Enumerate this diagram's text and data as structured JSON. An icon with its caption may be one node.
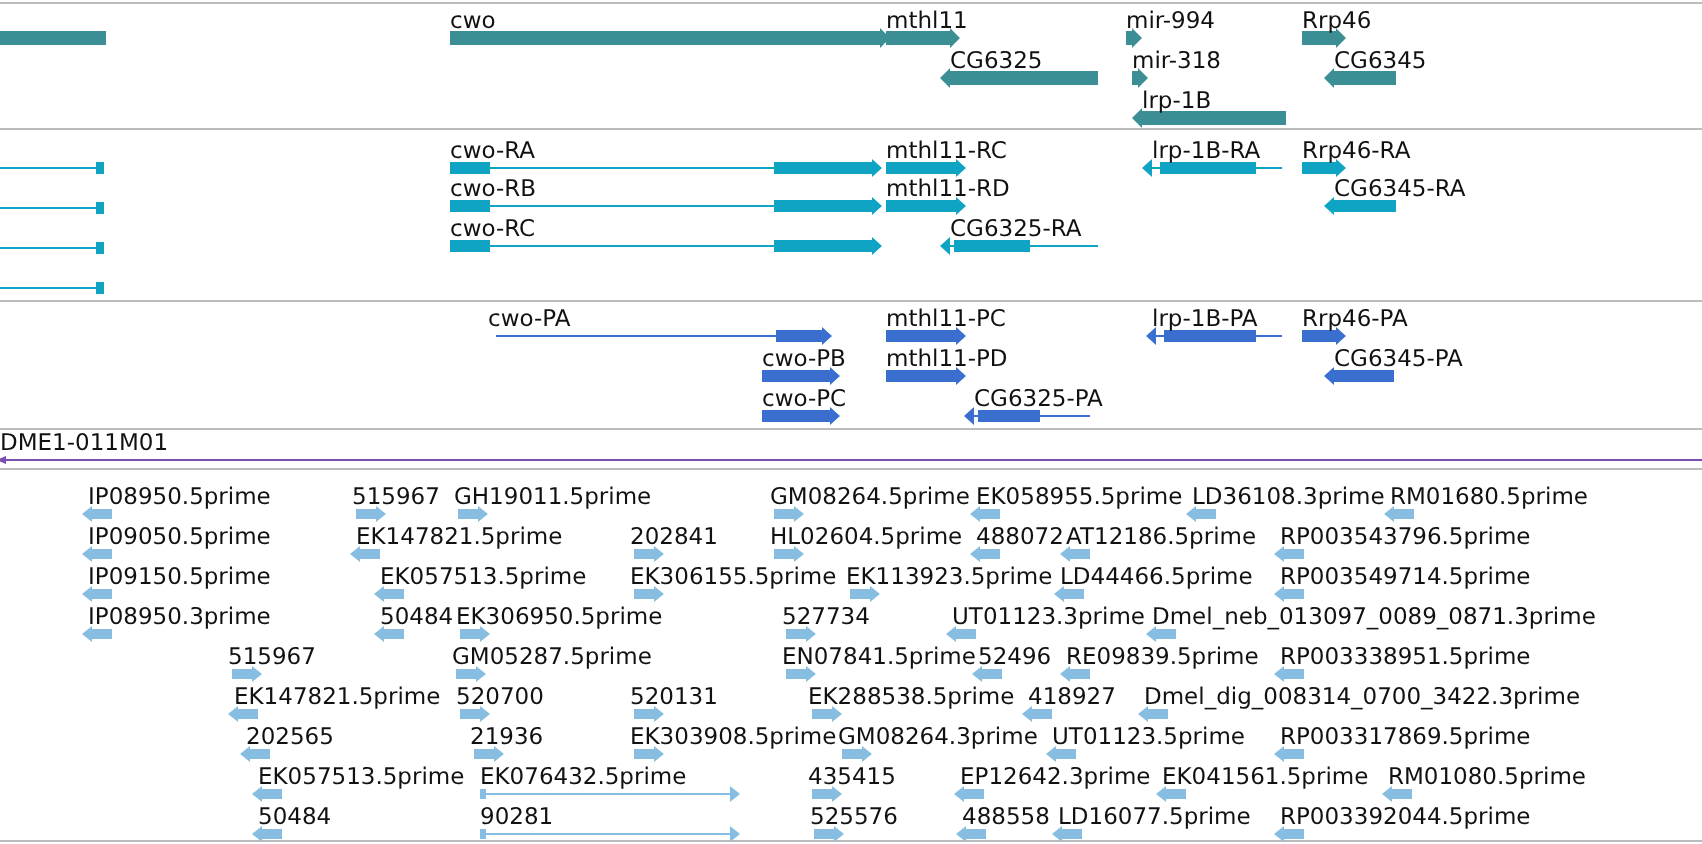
{
  "diagram": {
    "labels": [
      "cwo",
      "mthl11",
      "mir-994",
      "Rrp46",
      "CG6325",
      "mir-318",
      "CG6345",
      "lrp-1B",
      "cwo-RA",
      "mthl11-RC",
      "lrp-1B-RA",
      "Rrp46-RA",
      "cwo-RB",
      "mthl11-RD",
      "CG6345-RA",
      "cwo-RC",
      "CG6325-RA",
      "cwo-PA",
      "mthl11-PC",
      "lrp-1B-PA",
      "Rrp46-PA",
      "cwo-PB",
      "mthl11-PD",
      "CG6345-PA",
      "cwo-PC",
      "CG6325-PA",
      "DME1-011M01",
      "IP08950.5prime",
      "515967",
      "GH19011.5prime",
      "GM08264.5prime",
      "EK058955.5prime",
      "LD36108.3prime",
      "RM01680.5prime",
      "IP09050.5prime",
      "EK147821.5prime",
      "202841",
      "HL02604.5prime",
      "488072",
      "AT12186.5prime",
      "RP003543796.5prime",
      "IP09150.5prime",
      "EK057513.5prime",
      "EK306155.5prime",
      "EK113923.5prime",
      "LD44466.5prime",
      "RP003549714.5prime",
      "IP08950.3prime",
      "50484",
      "EK306950.5prime",
      "527734",
      "UT01123.3prime",
      "Dmel_neb_013097_0089_0871.3prime",
      "515967",
      "GM05287.5prime",
      "EN07841.5prime",
      "52496",
      "RE09839.5prime",
      "RP003338951.5prime",
      "EK147821.5prime",
      "520700",
      "520131",
      "EK288538.5prime",
      "418927",
      "Dmel_dig_008314_0700_3422.3prime",
      "202565",
      "21936",
      "EK303908.5prime",
      "GM08264.3prime",
      "UT01123.5prime",
      "RP003317869.5prime",
      "EK057513.5prime",
      "EK076432.5prime",
      "435415",
      "EP12642.3prime",
      "EK041561.5prime",
      "RM01080.5prime",
      "50484",
      "90281",
      "525576",
      "488558",
      "LD16077.5prime",
      "RP003392044.5prime"
    ]
  }
}
